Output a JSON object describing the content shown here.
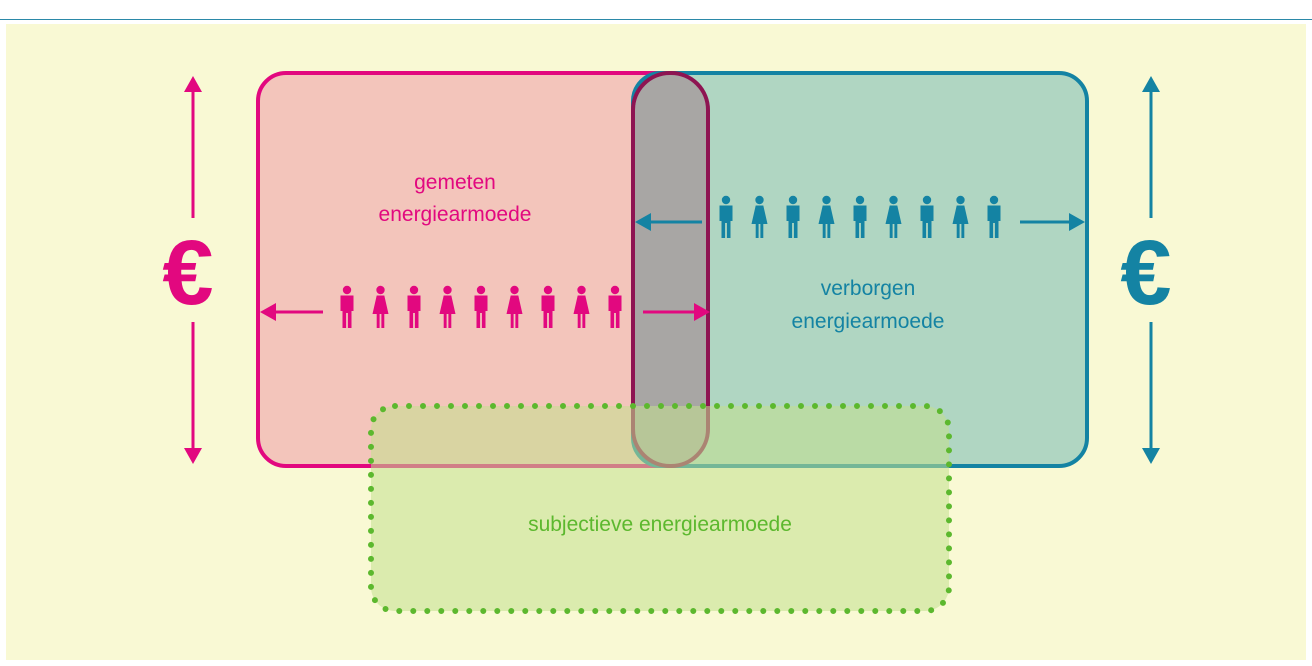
{
  "caption": "",
  "colors": {
    "background": "#f9f9d4",
    "measured": "#e2087f",
    "measured_fill": "#f3c5bb",
    "hidden": "#1483a3",
    "hidden_fill": "#b0d6c2",
    "overlap_fill": "#a8a6a4",
    "overlap_stroke": "#8e1452",
    "subjective": "#5cb82e",
    "subjective_fill": "#c2e08e"
  },
  "measured": {
    "label_line1": "gemeten",
    "label_line2": "energiearmoede",
    "people_count": 9
  },
  "hidden": {
    "label_line1": "verborgen",
    "label_line2": "energiearmoede",
    "people_count": 9
  },
  "subjective": {
    "label": "subjectieve energiearmoede"
  },
  "left_symbol": "€",
  "right_symbol": "€",
  "icons": {
    "person": "person-icon",
    "arrow": "arrow-icon",
    "euro": "euro-icon"
  }
}
